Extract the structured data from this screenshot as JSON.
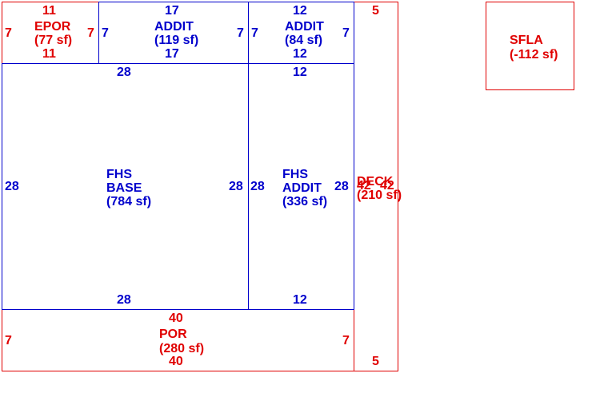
{
  "areas": {
    "epor": {
      "name": "EPOR",
      "area": "(77 sf)",
      "top": "11",
      "bottom": "11",
      "left": "7",
      "right": "7"
    },
    "addit1": {
      "name": "ADDIT",
      "area": "(119 sf)",
      "top": "17",
      "bottom": "17",
      "left": "7",
      "right": "7"
    },
    "addit2": {
      "name": "ADDIT",
      "area": "(84 sf)",
      "top": "12",
      "bottom": "12",
      "left": "7",
      "right": "7"
    },
    "fhs_base": {
      "name_line1": "FHS",
      "name_line2": "BASE",
      "area": "(784 sf)",
      "top": "28",
      "bottom": "28",
      "left": "28",
      "right": "28"
    },
    "fhs_addit": {
      "name_line1": "FHS",
      "name_line2": "ADDIT",
      "area": "(336 sf)",
      "top": "12",
      "bottom": "12",
      "left": "28",
      "right": "28"
    },
    "por": {
      "name": "POR",
      "area": "(280 sf)",
      "top": "40",
      "bottom": "40",
      "left": "7",
      "right": "7"
    },
    "deck": {
      "name": "DECK",
      "area": "(210 sf)",
      "top": "5",
      "bottom": "5",
      "side": "42",
      "side2": "42"
    },
    "sfla": {
      "name": "SFLA",
      "area": "(-112 sf)"
    }
  },
  "colors": {
    "red": "#e00000",
    "blue": "#0000cc"
  }
}
